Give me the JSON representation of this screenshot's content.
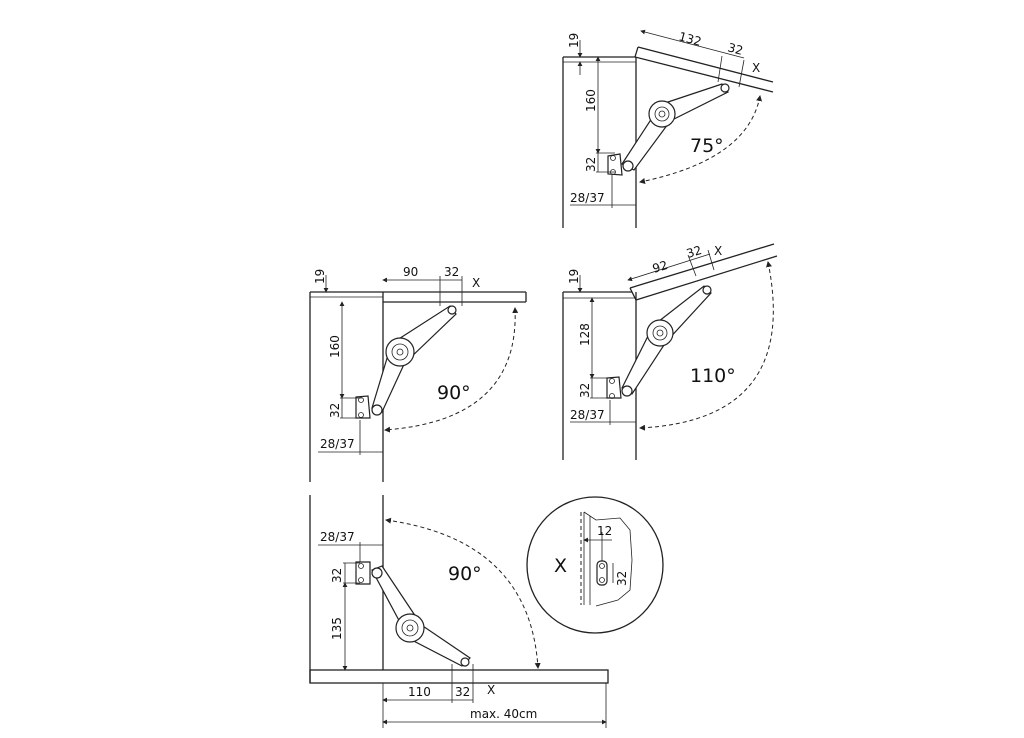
{
  "diagrams": [
    {
      "angle": "75°",
      "dims": {
        "top": "19",
        "vertical": "160",
        "bracket": "32",
        "offset": "28/37",
        "lid_length": "132",
        "lid_bracket": "32",
        "detail_ref": "X"
      }
    },
    {
      "angle": "90°",
      "dims": {
        "top": "19",
        "vertical": "160",
        "bracket": "32",
        "offset": "28/37",
        "lid_length": "90",
        "lid_bracket": "32",
        "detail_ref": "X"
      }
    },
    {
      "angle": "110°",
      "dims": {
        "top": "19",
        "vertical": "128",
        "bracket": "32",
        "offset": "28/37",
        "lid_length": "92",
        "lid_bracket": "32",
        "detail_ref": "X"
      }
    },
    {
      "angle": "90°",
      "dims": {
        "offset": "28/37",
        "bracket": "32",
        "vertical": "135",
        "lid_length": "110",
        "lid_bracket": "32",
        "detail_ref": "X",
        "max_depth": "max. 40cm"
      }
    }
  ],
  "detail": {
    "label": "X",
    "offset": "12",
    "spacing": "32"
  }
}
